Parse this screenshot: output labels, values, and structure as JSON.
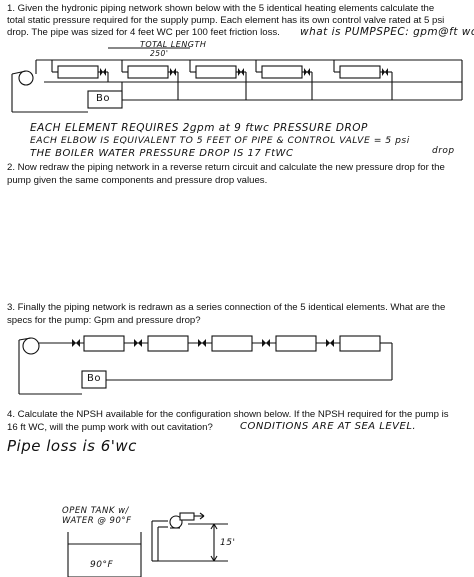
{
  "q1": {
    "line1": "1. Given the hydronic piping network  shown below with the  5 identical heating elements calculate the",
    "line2": "total static pressure required for the supply pump. Each element has its own control valve rated at 5 psi",
    "line3": "drop. The pipe was sized for 4 feet WC per 100 feet friction loss.",
    "hw_pump_spec": "what is PUMPSPEC: gpm@ft wc ?",
    "hw_total_length": "TOTAL LENGTH",
    "hw_250": "250'",
    "boiler": "Bo",
    "note1": "EACH ELEMENT REQUIRES 2gpm at 9 ftwc PRESSURE DROP",
    "note2": "EACH ELBOW IS EQUIVALENT TO 5 FEET OF PIPE & CONTROL VALVE = 5 psi",
    "note2b": "drop",
    "note3": "THE BOILER WATER PRESSURE DROP IS 17 FtWC"
  },
  "q2": {
    "line1": "2. Now redraw the piping network in a reverse return circuit and calculate the new pressure drop for the",
    "line2": "pump given the same components and pressure drop values."
  },
  "q3": {
    "line1": "3. Finally the piping network is redrawn as a series connection of the 5 identical elements. What are the",
    "line2": "specs for the pump: Gpm and pressure drop?",
    "boiler": "Bo"
  },
  "q4": {
    "line1": "4. Calculate the NPSH available for the configuration shown below. If the NPSH required for the pump is",
    "line2": "16 ft WC, will the pump work with out cavitation?",
    "hw_conditions": "CONDITIONS ARE AT SEA LEVEL.",
    "hw_pipe_loss": "Pipe loss is 6'wc",
    "tank_label1": "OPEN TANK w/",
    "tank_label2": "WATER @ 90°F",
    "temp": "90°F",
    "height": "15'"
  }
}
